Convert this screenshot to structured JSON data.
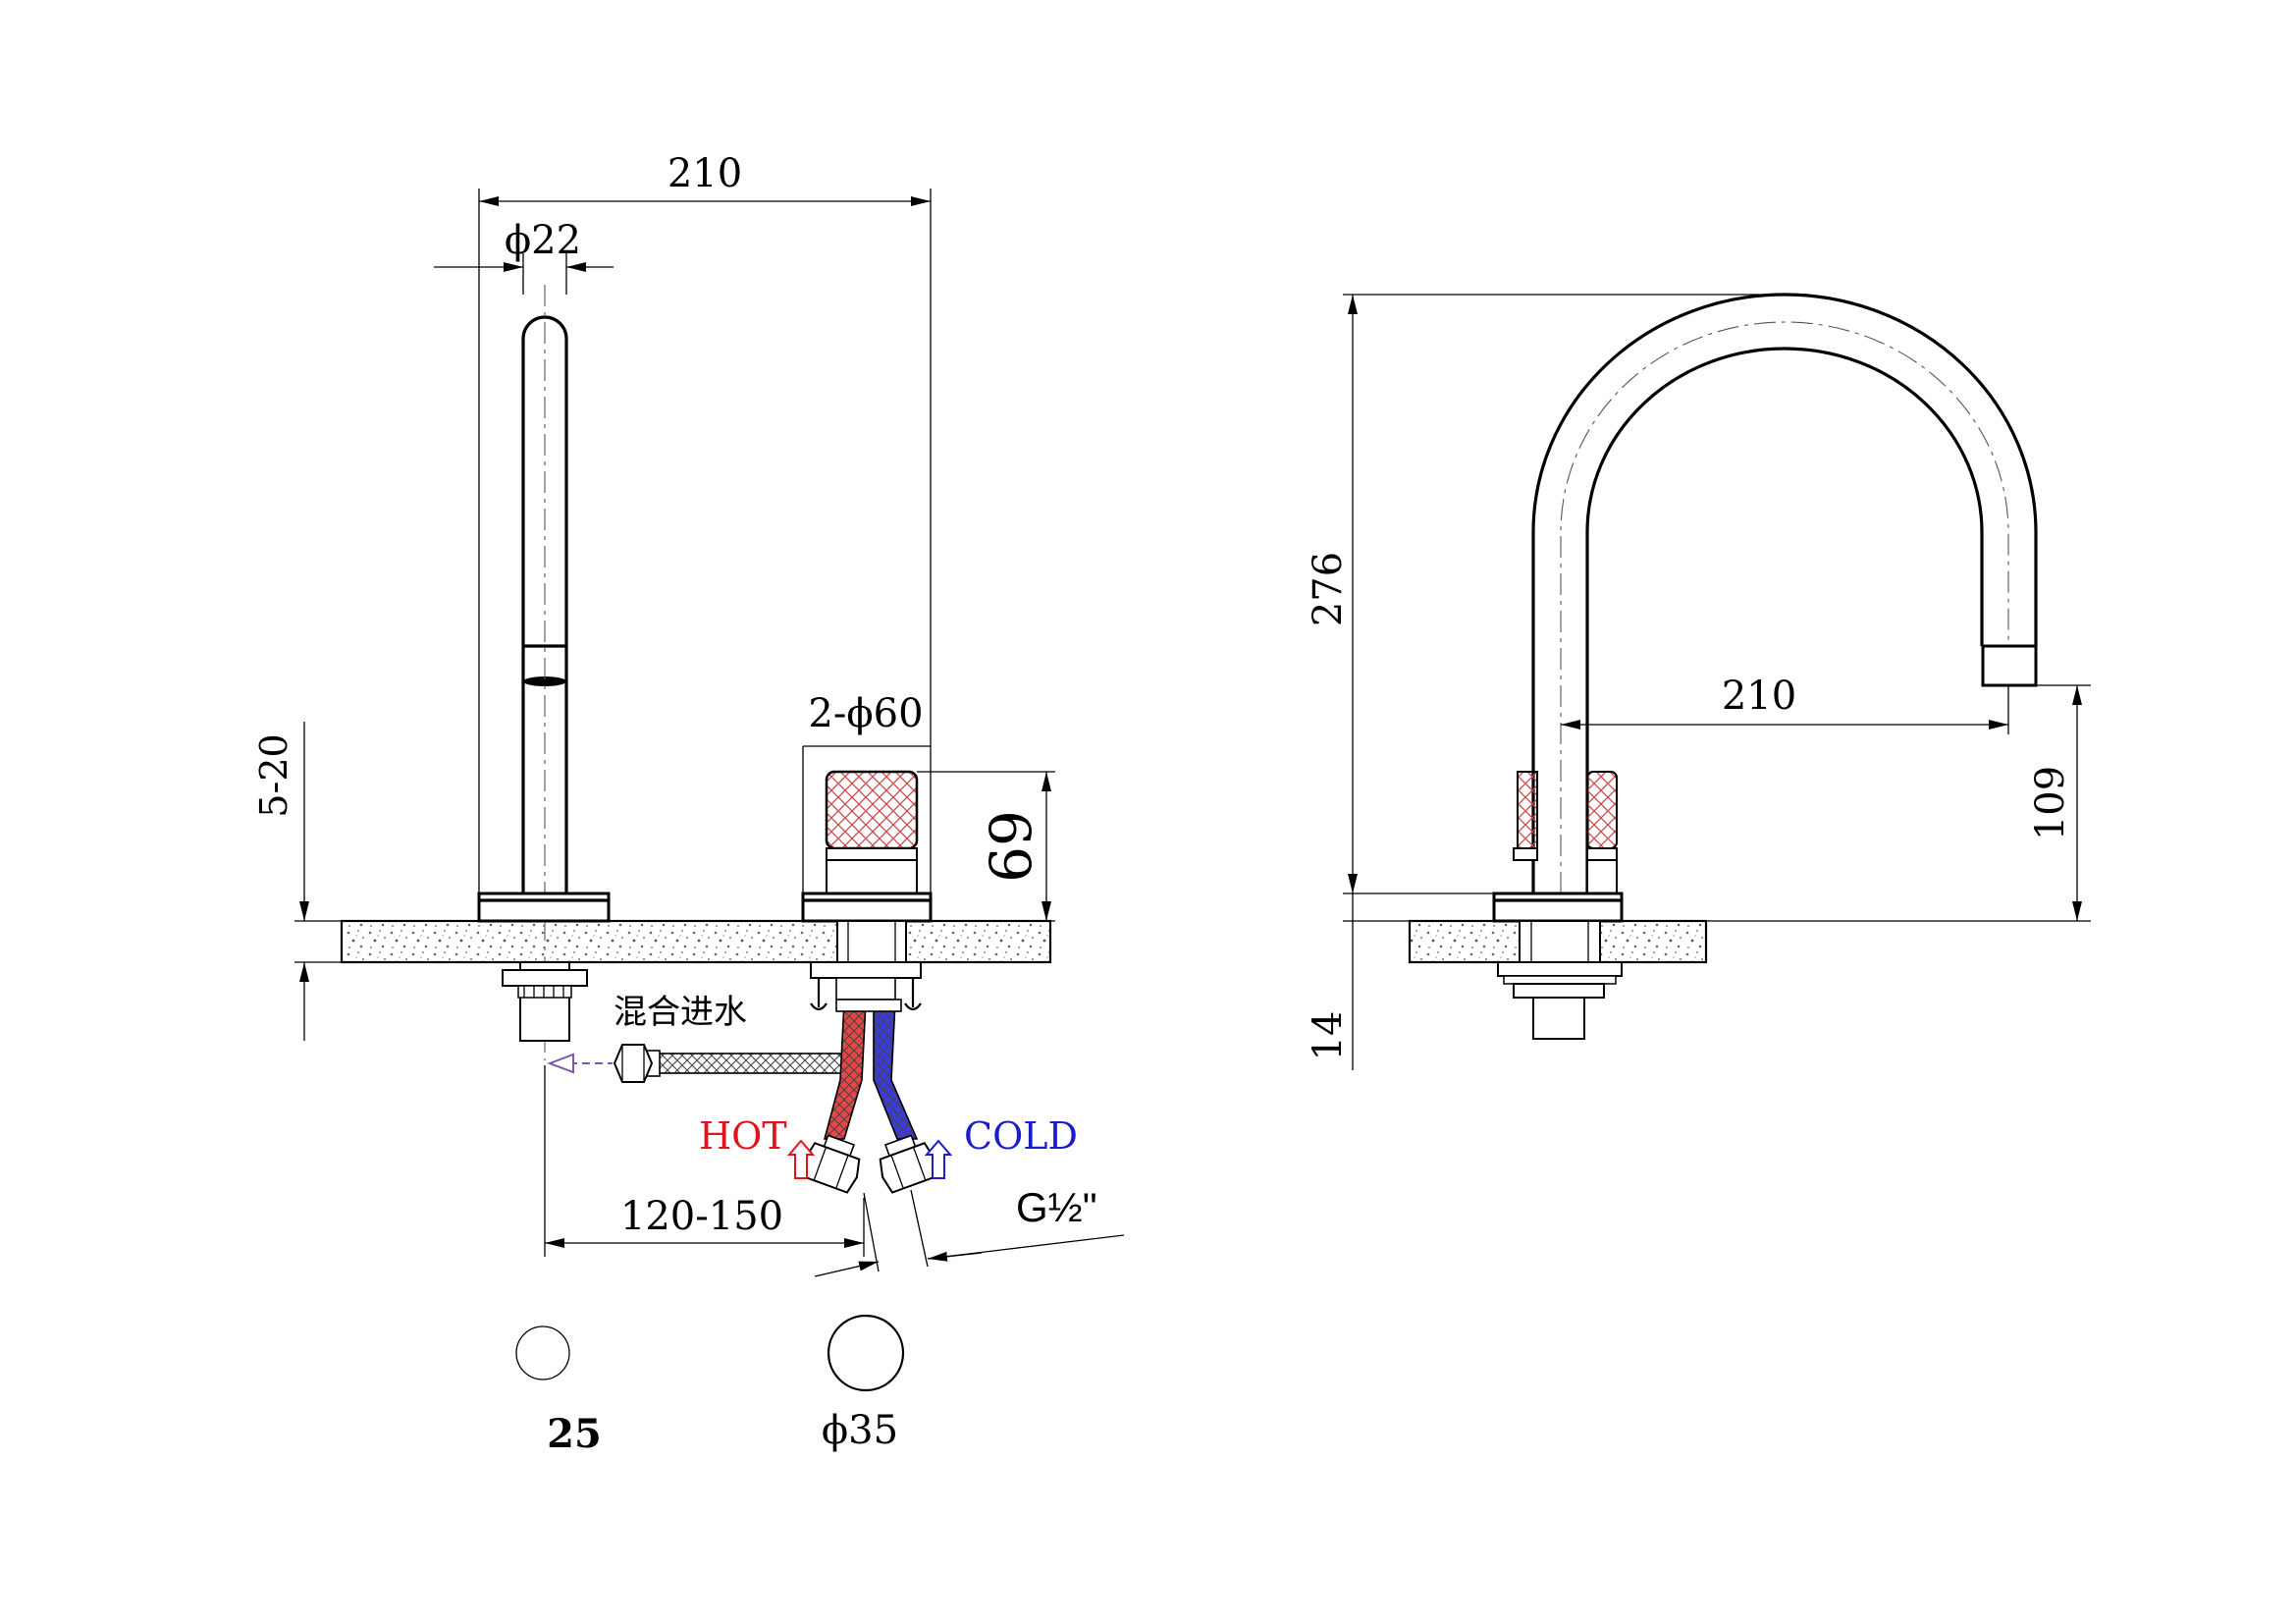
{
  "drawing": {
    "front_view": {
      "spout_width": "210",
      "spout_diameter": "ϕ22",
      "handle_spec": "2-ϕ60",
      "handle_height": "69",
      "deck_thickness_range": "5-20",
      "mixed_inlet_label": "混合进水",
      "hot_label": "HOT",
      "cold_label": "COLD",
      "spacing_range": "120-150",
      "thread_size": "G½\""
    },
    "side_view": {
      "total_height": "276",
      "reach": "210",
      "outlet_height": "109",
      "below_deck": "14"
    },
    "holes": {
      "small_hole_label": "25",
      "large_hole_label": "ϕ35"
    },
    "colors": {
      "hot": "#e0141e",
      "cold": "#1c1cc8",
      "line": "#000000",
      "hatch": "#888888",
      "arrow": "#7a5aa8"
    }
  }
}
